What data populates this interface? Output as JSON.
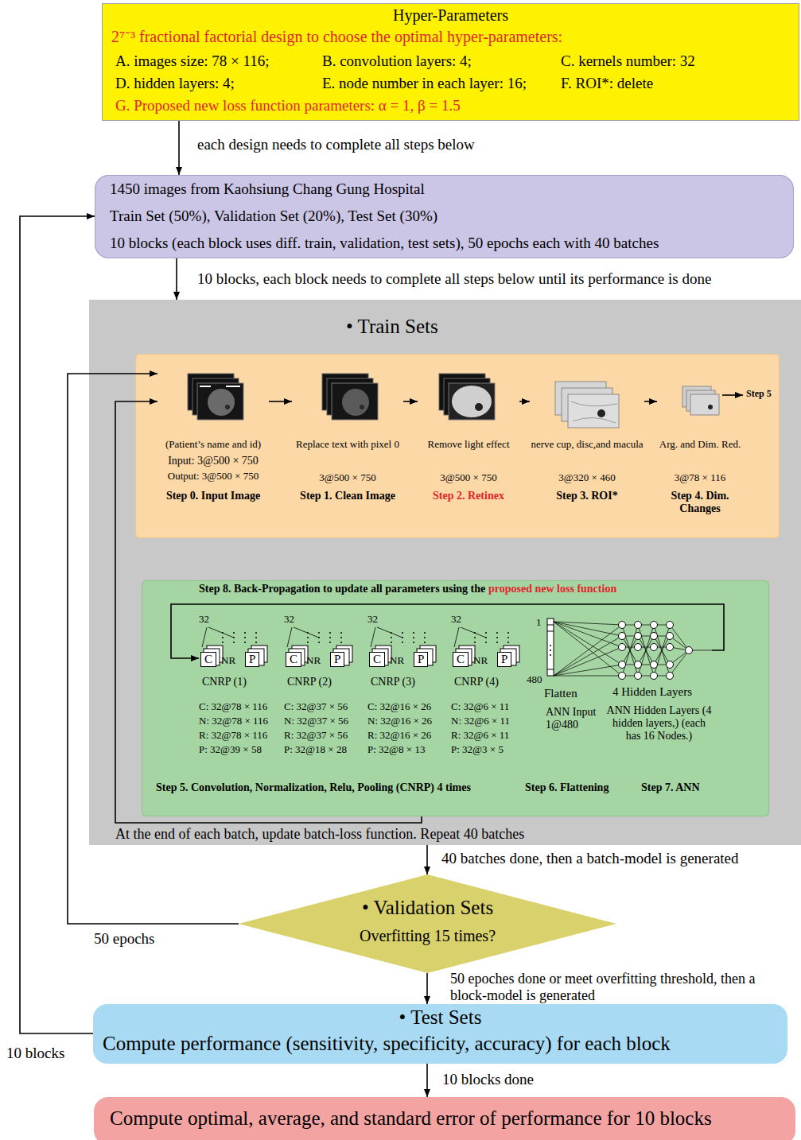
{
  "diagram": {
    "nodes": [
      {
        "text": [
          "Hyper-Parameters",
          "2⁷⁻³ fractional factorial design to choose the optimal hyper-parameters:",
          "A. images size: 78 × 116;",
          "B. convolution layers: 4;",
          "C. kernels number: 32",
          "D. hidden layers: 4;",
          "E. node number in each layer: 16;",
          "F. ROI*: delete",
          "G. Proposed new loss function parameters: α = 1, β = 1.5"
        ]
      },
      {
        "text": [
          "1450 images from Kaohsiung Chang Gung Hospital",
          "Train Set (50%), Validation Set (20%), Test Set (30%)",
          "10 blocks (each block uses diff. train, validation, test sets), 50 epochs each with 40 batches"
        ]
      },
      {
        "text": [
          "• Train Sets",
          "At the end of each batch, update batch-loss function. Repeat 40 batches"
        ]
      },
      {
        "text": [
          "Step 5"
        ],
        "in": 2
      },
      {
        "text": [
          "(Patient’s name and id)",
          "Input: 3@500 × 750",
          "Output: 3@500 × 750",
          "Step 0. Input Image"
        ],
        "in": 3
      },
      {
        "text": [
          "Replace text with pixel 0",
          "3@500 × 750",
          "Step 1. Clean Image"
        ],
        "in": 3
      },
      {
        "text": [
          "Remove light effect",
          "3@500 × 750",
          "Step 2. Retinex"
        ],
        "in": 3
      },
      {
        "text": [
          "nerve cup, disc,and macula",
          "3@320 × 460",
          "Step 3. ROI*"
        ],
        "in": 3
      },
      {
        "text": [
          "Arg. and Dim. Red.",
          "3@78 × 116",
          "Step 4. Dim. Changes"
        ],
        "in": 3
      },
      {
        "text": [
          "Step 8. Back-Propagation to update all parameters using the",
          "proposed new loss function",
          "Step 5. Convolution, Normalization, Relu, Pooling (CNRP) 4 times",
          "Step 6. Flattening",
          "Step 7. ANN"
        ],
        "in": 2
      },
      {
        "text": [
          "32",
          "C",
          "NR",
          "P",
          "CNRP (1)",
          "C: 32@78 × 116",
          "N: 32@78 × 116",
          "R: 32@78 × 116",
          "P: 32@39 × 58"
        ],
        "in": 9
      },
      {
        "text": [
          "32",
          "C",
          "NR",
          "P",
          "CNRP (2)",
          "C: 32@37 × 56",
          "N: 32@37 × 56",
          "R: 32@37 × 56",
          "P: 32@18 × 28"
        ],
        "in": 9
      },
      {
        "text": [
          "32",
          "C",
          "NR",
          "P",
          "CNRP (3)",
          "C: 32@16 × 26",
          "N: 32@16 × 26",
          "R: 32@16 × 26",
          "P: 32@8 × 13"
        ],
        "in": 9
      },
      {
        "text": [
          "32",
          "C",
          "NR",
          "P",
          "CNRP (4)",
          "C: 32@6 × 11",
          "N: 32@6 × 11",
          "R: 32@6 × 11",
          "P: 32@3 × 5"
        ],
        "in": 9
      },
      {
        "text": [
          "1",
          "480",
          "Flatten",
          "ANN Input 1@480"
        ],
        "in": 9
      },
      {
        "text": [
          "4 Hidden Layers",
          "ANN Hidden Layers (4 hidden layers,) (each has 16 Nodes.)"
        ],
        "in": 9
      },
      {
        "text": [
          "• Validation Sets",
          "Overfitting 15 times?"
        ]
      },
      {
        "text": [
          "• Test Sets",
          "Compute performance (sensitivity, specificity, accuracy) for each block"
        ]
      },
      {
        "text": [
          "Compute optimal, average, and standard error of performance for 10 blocks"
        ]
      }
    ],
    "edges": [
      {
        "from": 0,
        "to": 1,
        "arrow": "to",
        "label": "each design needs to complete all steps below"
      },
      {
        "from": 1,
        "to": 2,
        "arrow": "to",
        "label": "10 blocks, each block needs to complete all steps below until its performance is done"
      },
      {
        "from": 4,
        "to": 5,
        "arrow": "to"
      },
      {
        "from": 5,
        "to": 6,
        "arrow": "to"
      },
      {
        "from": 6,
        "to": 7,
        "arrow": "to"
      },
      {
        "from": 7,
        "to": 8,
        "arrow": "to"
      },
      {
        "from": 15,
        "to": 10,
        "arrow": "to"
      },
      {
        "from": 9,
        "to": 4,
        "arrow": "to"
      },
      {
        "from": 2,
        "to": 16,
        "arrow": "to",
        "label": "40 batches done, then a batch-model is generated"
      },
      {
        "from": 16,
        "to": 4,
        "arrow": "to",
        "label": "50 epochs"
      },
      {
        "from": 16,
        "to": 17,
        "arrow": "to",
        "label": "50 epoches done or meet overfitting threshold, then a block-model is generated"
      },
      {
        "from": 17,
        "to": 1,
        "arrow": "to",
        "label": "10 blocks"
      },
      {
        "from": 17,
        "to": 18,
        "arrow": "to",
        "label": "10 blocks done"
      }
    ]
  }
}
